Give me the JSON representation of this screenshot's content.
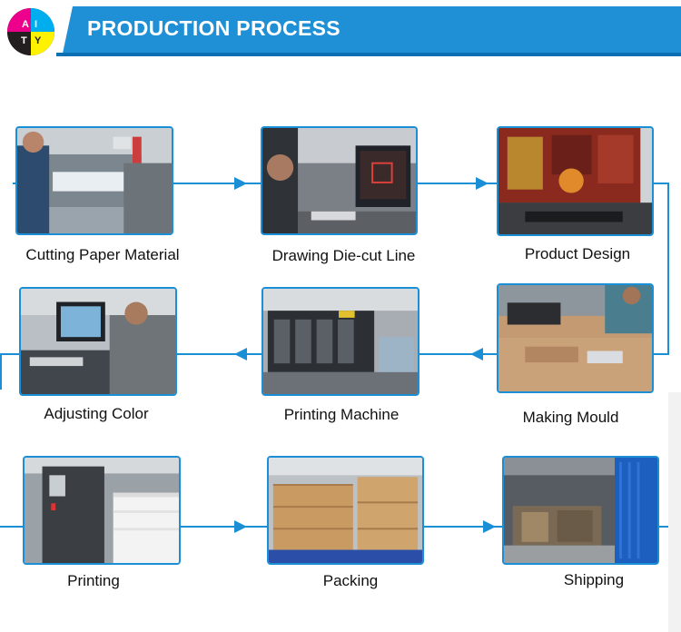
{
  "header": {
    "title": "PRODUCTION PROCESS",
    "logo": {
      "letters": [
        "A",
        "I",
        "T",
        "Y"
      ],
      "colors": [
        "#00aeef",
        "#ec008c",
        "#fff200",
        "#231f20"
      ]
    }
  },
  "colors": {
    "accent": "#1f8fd6",
    "connector": "#1a8fd6"
  },
  "steps": [
    {
      "label": "Cutting Paper Material"
    },
    {
      "label": "Drawing Die-cut Line"
    },
    {
      "label": "Product Design"
    },
    {
      "label": "Making Mould"
    },
    {
      "label": "Printing Machine"
    },
    {
      "label": "Adjusting Color"
    },
    {
      "label": "Printing"
    },
    {
      "label": "Packing"
    },
    {
      "label": "Shipping"
    }
  ]
}
